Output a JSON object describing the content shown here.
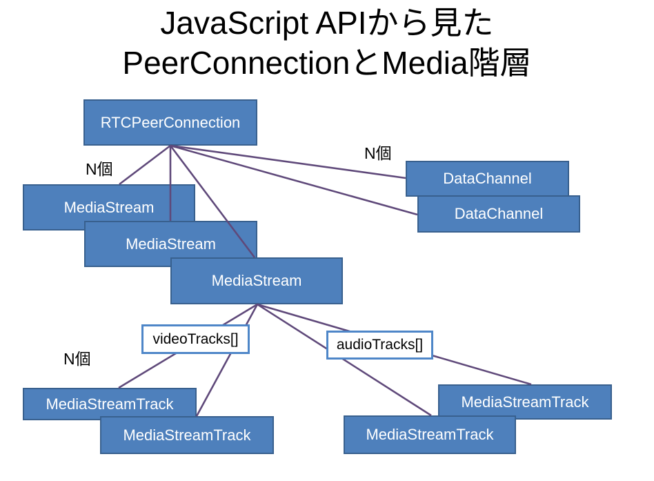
{
  "title": {
    "line1": "JavaScript APIから見た",
    "line2": "PeerConnectionとMedia階層"
  },
  "diagram": {
    "root": "RTCPeerConnection",
    "media_streams": [
      "MediaStream",
      "MediaStream",
      "MediaStream"
    ],
    "data_channels": [
      "DataChannel",
      "DataChannel"
    ],
    "track_lists": {
      "video": "videoTracks[]",
      "audio": "audioTracks[]"
    },
    "tracks": [
      "MediaStreamTrack",
      "MediaStreamTrack",
      "MediaStreamTrack",
      "MediaStreamTrack"
    ],
    "multiplicity_label": "N個"
  },
  "colors": {
    "node_fill": "#4e80bc",
    "node_border": "#38608e",
    "label_box_border": "#4e86c8",
    "connector": "#5f497a",
    "text_on_node": "#ffffff",
    "text": "#000000",
    "page_bg": "#ffffff"
  }
}
